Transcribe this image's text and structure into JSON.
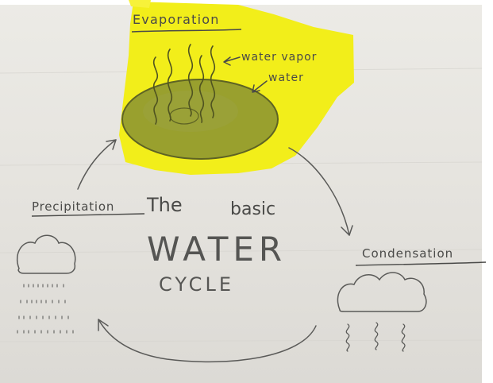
{
  "title": {
    "line1": "The",
    "line1b": "basic",
    "line2": "WATER",
    "line3": "CYCLE"
  },
  "stages": {
    "evaporation": {
      "label": "Evaporation",
      "highlight_color": "#f2ee1a",
      "annotations": {
        "vapor": "water vapor",
        "water": "water"
      }
    },
    "condensation": {
      "label": "Condensation"
    },
    "precipitation": {
      "label": "Precipitation"
    }
  },
  "colors": {
    "paper": "#e8e6e1",
    "ink": "#4a4a48",
    "highlight": "#f2ee1a",
    "water_body": "#7f8a2e"
  }
}
